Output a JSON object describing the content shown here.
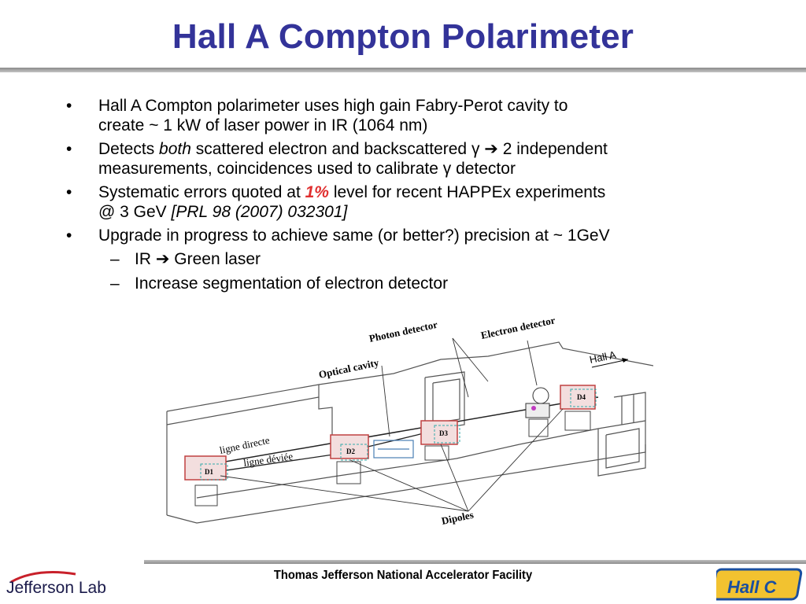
{
  "slide": {
    "title": "Hall A Compton Polarimeter",
    "footer": "Thomas Jefferson National Accelerator Facility"
  },
  "bullets": [
    {
      "marker": "•",
      "line1": "Hall A Compton polarimeter uses high gain  Fabry-Perot cavity to",
      "line2": "create ~ 1 kW of laser power in IR (1064 nm)"
    },
    {
      "marker": "•",
      "pre": "Detects ",
      "em": "both",
      "mid": " scattered electron and backscattered γ ",
      "arrow": "➔",
      "post": " 2 independent",
      "line2": "measurements, coincidences used to calibrate γ detector"
    },
    {
      "marker": "•",
      "pre": "Systematic errors quoted at ",
      "hl": "1%",
      "post": " level for recent HAPPEx experiments",
      "line2_pre": "@ 3 GeV ",
      "line2_em": "[PRL 98 (2007) 032301]"
    },
    {
      "marker": "•",
      "line1": "Upgrade in progress to achieve same (or better?) precision at ~ 1GeV"
    },
    {
      "marker": "–",
      "pre": "IR ",
      "arrow": "➔",
      "post": " Green laser"
    },
    {
      "marker": "–",
      "line1": "Increase segmentation of electron detector"
    }
  ],
  "diagram": {
    "labels": {
      "photon_detector": "Photon detector",
      "electron_detector": "Electron detector",
      "optical_cavity": "Optical cavity",
      "hall_a": "Hall A",
      "ligne_directe": "ligne directe",
      "ligne_deviee": "ligne déviée",
      "dipoles": "Dipoles",
      "d1": "D1",
      "d2": "D2",
      "d3": "D3",
      "d4": "D4"
    }
  },
  "logos": {
    "jefferson_lab": "Jefferson Lab",
    "hall_c": "Hall C"
  },
  "colors": {
    "title": "#333399",
    "highlight": "#e03030",
    "dipole_red": "#d04040"
  }
}
